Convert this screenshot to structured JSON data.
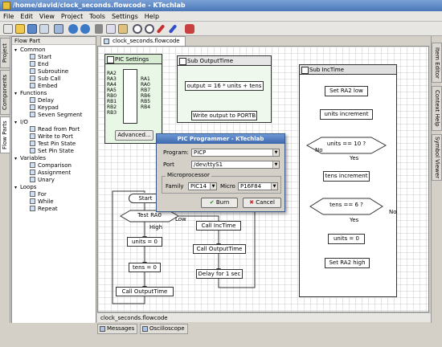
{
  "window": {
    "title": "/home/david/clock_seconds.flowcode - KTechlab"
  },
  "menu": [
    "File",
    "Edit",
    "View",
    "Project",
    "Tools",
    "Settings",
    "Help"
  ],
  "left_tabs": [
    "Project",
    "Components",
    "Flow Parts"
  ],
  "right_tabs": [
    "Item Editor",
    "Context Help",
    "Symbol Viewer"
  ],
  "flowpart_panel": {
    "header": "Flow Part",
    "groups": [
      {
        "name": "Common",
        "items": [
          "Start",
          "End",
          "Subroutine",
          "Sub Call",
          "Embed"
        ]
      },
      {
        "name": "Functions",
        "items": [
          "Delay",
          "Keypad",
          "Seven Segment"
        ]
      },
      {
        "name": "I/O",
        "items": [
          "Read from Port",
          "Write to Port",
          "Test Pin State",
          "Set Pin State"
        ]
      },
      {
        "name": "Variables",
        "items": [
          "Comparison",
          "Assignment",
          "Unary"
        ]
      },
      {
        "name": "Loops",
        "items": [
          "For",
          "While",
          "Repeat"
        ]
      }
    ]
  },
  "document": {
    "tab": "clock_seconds.flowcode",
    "status": "clock_seconds.flowcode"
  },
  "pic_settings": {
    "title": "PIC Settings",
    "pins_left": [
      "RA2",
      "RA3",
      "RA4",
      "RA5",
      "RB0",
      "RB1",
      "RB2",
      "RB3"
    ],
    "pins_right": [
      "RA1",
      "RA0",
      "RB7",
      "RB6",
      "RB5",
      "RB4"
    ],
    "advanced": "Advanced..."
  },
  "sub_output": {
    "title": "Sub OutputTime",
    "assign": "output = 16 * units + tens",
    "write": "Write output to PORTB"
  },
  "sub_inc": {
    "title": "Sub IncTime",
    "set_low": "Set RA2 low",
    "units_inc": "units increment",
    "cond_units": "units == 10 ?",
    "yes": "Yes",
    "no": "No",
    "tens_inc": "tens increment",
    "cond_tens": "tens == 6 ?",
    "units_zero": "units = 0",
    "set_high": "Set RA2 high"
  },
  "main_flow": {
    "start": "Start",
    "test": "Test RA0",
    "high": "High",
    "low": "Low",
    "units_zero": "units = 0",
    "tens_zero": "tens = 0",
    "call_output": "Call OutputTime",
    "call_inc": "Call IncTime",
    "call_output2": "Call OutputTime",
    "delay": "Delay for 1 sec"
  },
  "dialog": {
    "title": "PIC Programmer - KTechlab",
    "program_label": "Program:",
    "program_value": "PICP",
    "port_label": "Port",
    "port_value": "/dev/ttyS1",
    "micro_group": "Microprocessor",
    "family_label": "Family",
    "family_value": "PIC14",
    "micro_label": "Micro",
    "micro_value": "P16F84",
    "burn": "Burn",
    "cancel": "Cancel"
  },
  "bottom_tabs": [
    "Messages",
    "Oscilloscope"
  ]
}
